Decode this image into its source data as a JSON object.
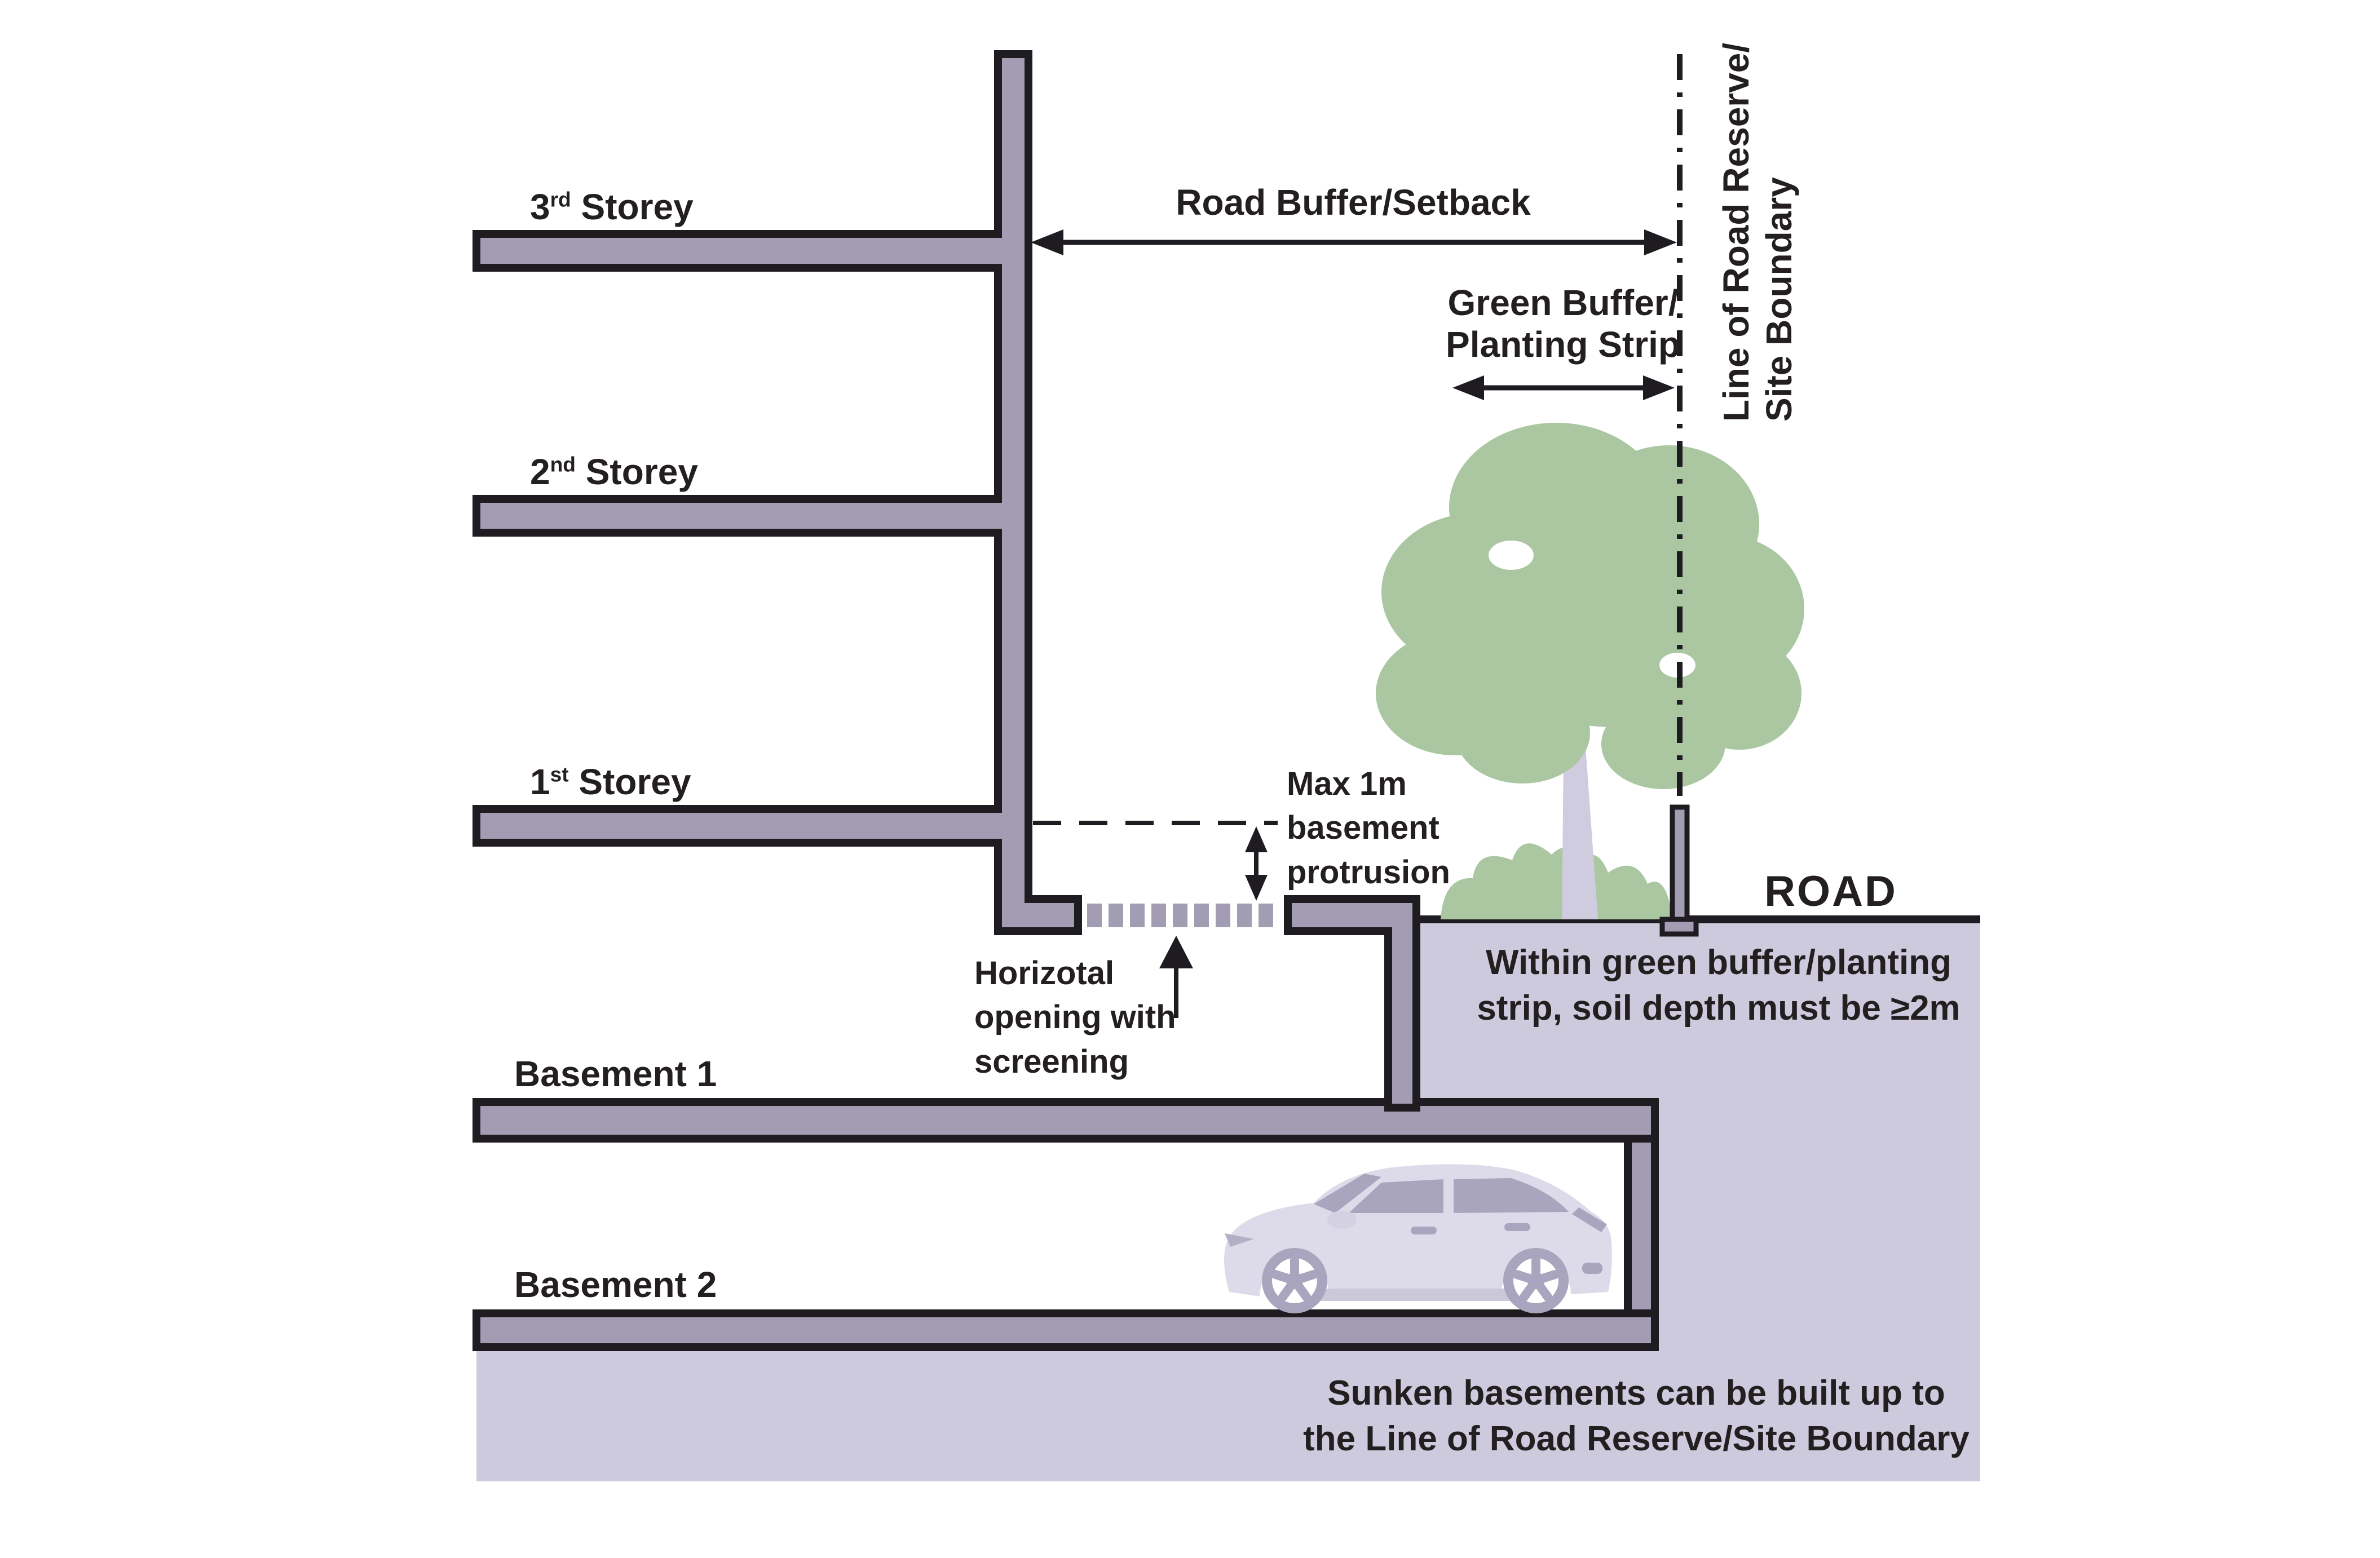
{
  "colors": {
    "structure_fill": "#a29db3",
    "outline": "#1f1c21",
    "ground_fill": "#cccadc",
    "foliage": "#aac7a1",
    "trunk": "#cfccdf",
    "car_body": "#dddbe9",
    "car_accent": "#a9a5bf",
    "car_shadow": "#cbc8da",
    "text": "#231f20"
  },
  "building": {
    "storeys": [
      {
        "num": "3",
        "suffix": "rd",
        "word": "Storey"
      },
      {
        "num": "2",
        "suffix": "nd",
        "word": "Storey"
      },
      {
        "num": "1",
        "suffix": "st",
        "word": "Storey"
      }
    ],
    "basements": [
      {
        "label": "Basement 1"
      },
      {
        "label": "Basement 2"
      }
    ]
  },
  "labels": {
    "road_buffer": "Road Buffer/Setback",
    "green_buffer": {
      "line1": "Green Buffer/",
      "line2": "Planting Strip"
    },
    "boundary": {
      "line1": "Line of Road Reserve/",
      "line2": "Site Boundary"
    },
    "protrusion": {
      "line1": "Max 1m",
      "line2": "basement",
      "line3": "protrusion"
    },
    "opening": {
      "line1": "Horizotal",
      "line2": "opening with",
      "line3": "screening"
    },
    "road": "ROAD",
    "soil": {
      "line1": "Within green buffer/planting",
      "line2": "strip, soil depth must be  ≥2m"
    },
    "sunken": {
      "line1": "Sunken basements can be built up to",
      "line2": "the Line of Road Reserve/Site Boundary"
    }
  }
}
